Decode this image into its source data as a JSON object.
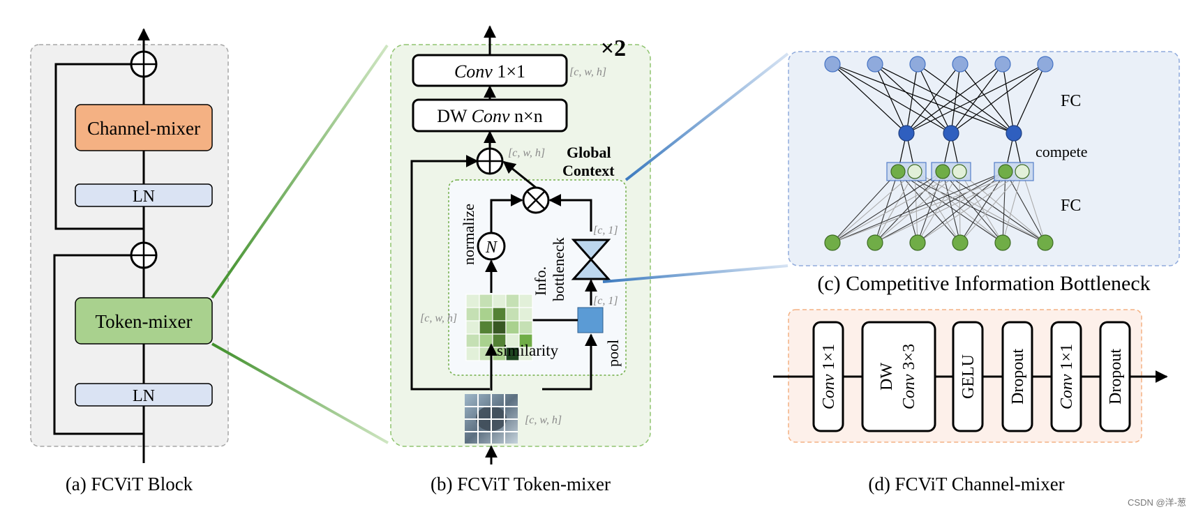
{
  "panel_a": {
    "caption": "(a) FCViT Block",
    "channel_mixer": "Channel-mixer",
    "token_mixer": "Token-mixer",
    "ln_top": "LN",
    "ln_bottom": "LN"
  },
  "panel_b": {
    "caption": "(b) FCViT Token-mixer",
    "repeat": "×2",
    "conv_label": "Conv",
    "conv_rest": " 1×1",
    "dw_label": "DW ",
    "dw_conv": "Conv",
    "dw_rest": " n×n",
    "dim_conv": "[c, w, h]",
    "dim_add": "[c, w, h]",
    "global1": "Global",
    "global2": "Context",
    "normalize": "normalize",
    "n_symbol": "N",
    "info1": "Info.",
    "info2": "bottleneck",
    "dim_c1_top": "[c, 1]",
    "dim_c1_bottom": "[c, 1]",
    "dim_grid": "[c, w, h]",
    "similarity": "similarity",
    "pool": "pool",
    "dim_input": "[c, w, h]"
  },
  "panel_c": {
    "caption": "(c) Competitive Information Bottleneck",
    "fc_top": "FC",
    "compete": "compete",
    "fc_bottom": "FC"
  },
  "panel_d": {
    "caption": "(d) FCViT Channel-mixer",
    "blocks": [
      {
        "line1": "Conv",
        "line1b": " 1×1",
        "line2": ""
      },
      {
        "line1": "DW",
        "line1b": "",
        "line2": "Conv 3×3"
      },
      {
        "line1": "GELU",
        "line1b": "",
        "line2": ""
      },
      {
        "line1": "Dropout",
        "line1b": "",
        "line2": ""
      },
      {
        "line1": "Conv",
        "line1b": " 1×1",
        "line2": ""
      },
      {
        "line1": "Dropout",
        "line1b": "",
        "line2": ""
      }
    ]
  },
  "watermark": "CSDN @洋-葱",
  "colors": {
    "channel_mixer": "#f4b183",
    "token_mixer": "#a9d18e",
    "ln": "#dae3f3",
    "panel_b_bg": "#eef5e9",
    "panel_c_bg": "#eaf0f8",
    "panel_d_bg": "#fdf0ea",
    "node_light_blue": "#8faadc",
    "node_dark_blue": "#2f5fbf",
    "node_green": "#70ad47"
  }
}
